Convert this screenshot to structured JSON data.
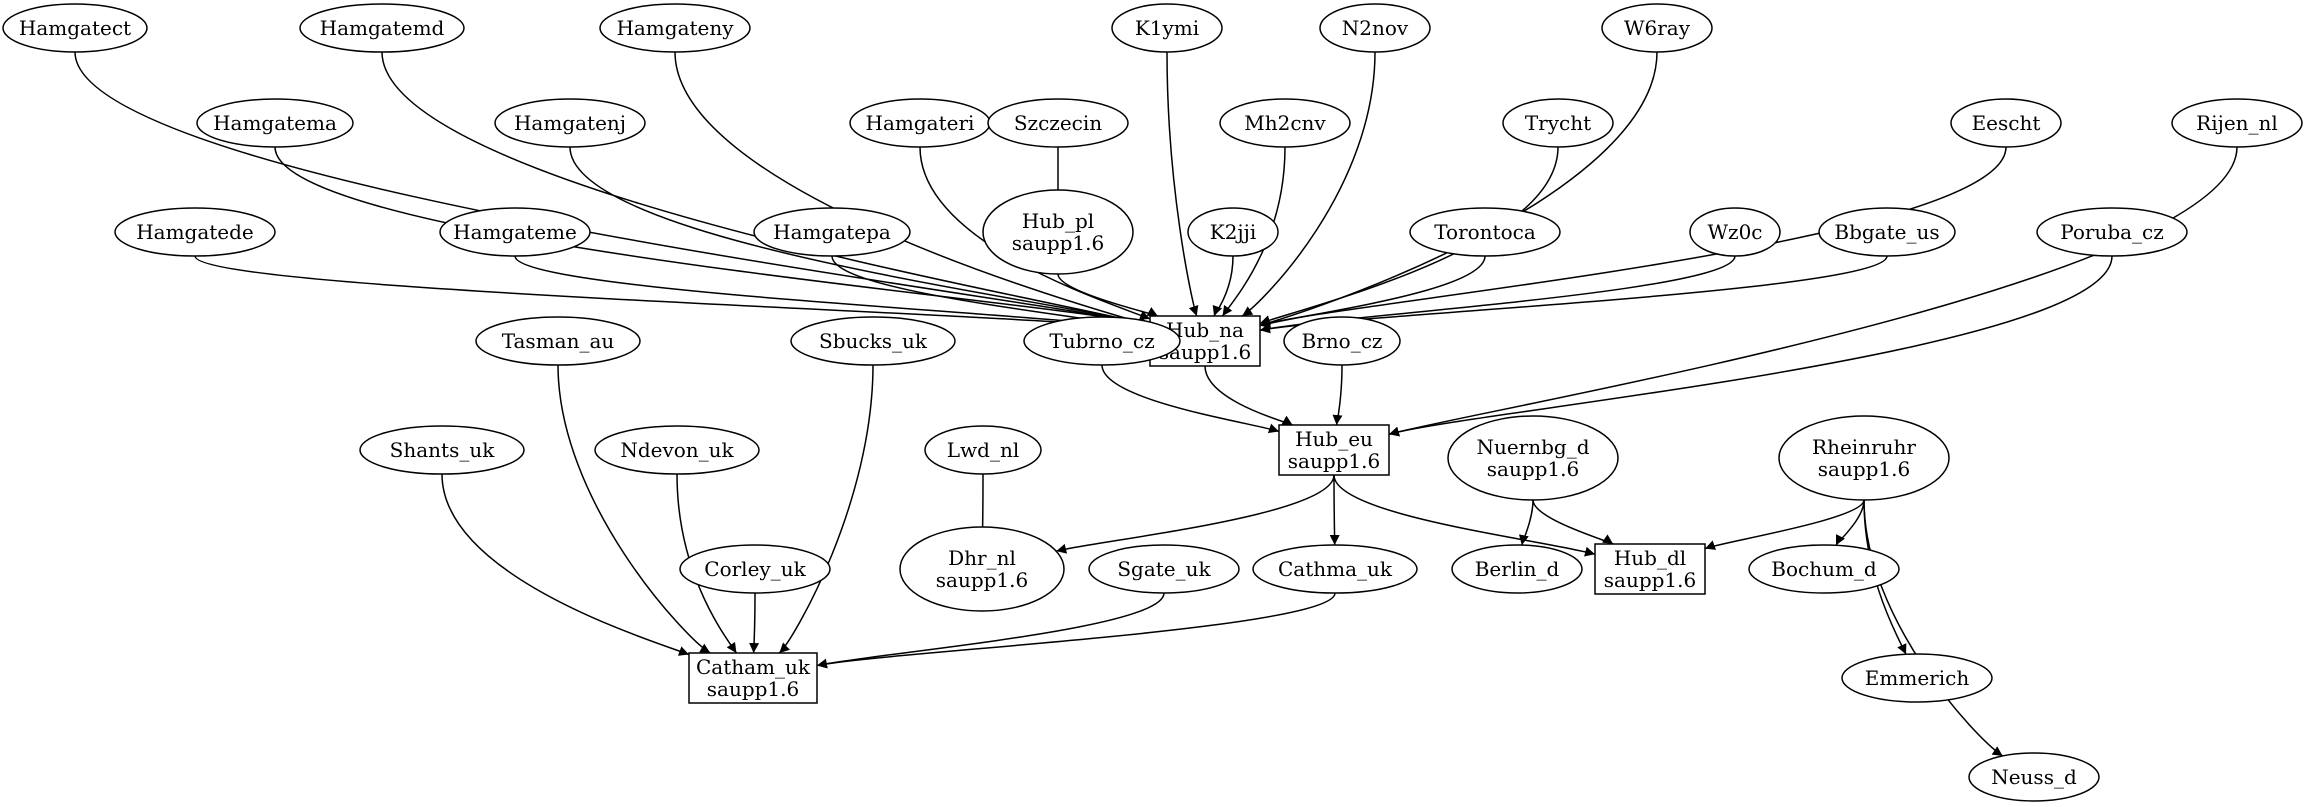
{
  "nodes": [
    {
      "id": "Hamgatect",
      "label": [
        "Hamgatect"
      ],
      "shape": "ellipse"
    },
    {
      "id": "Hamgatemd",
      "label": [
        "Hamgatemd"
      ],
      "shape": "ellipse"
    },
    {
      "id": "Hamgateny",
      "label": [
        "Hamgateny"
      ],
      "shape": "ellipse"
    },
    {
      "id": "K1ymi",
      "label": [
        "K1ymi"
      ],
      "shape": "ellipse"
    },
    {
      "id": "N2nov",
      "label": [
        "N2nov"
      ],
      "shape": "ellipse"
    },
    {
      "id": "W6ray",
      "label": [
        "W6ray"
      ],
      "shape": "ellipse"
    },
    {
      "id": "Hamgatema",
      "label": [
        "Hamgatema"
      ],
      "shape": "ellipse"
    },
    {
      "id": "Hamgatenj",
      "label": [
        "Hamgatenj"
      ],
      "shape": "ellipse"
    },
    {
      "id": "Hamgateri",
      "label": [
        "Hamgateri"
      ],
      "shape": "ellipse"
    },
    {
      "id": "Szczecin",
      "label": [
        "Szczecin"
      ],
      "shape": "ellipse"
    },
    {
      "id": "Mh2cnv",
      "label": [
        "Mh2cnv"
      ],
      "shape": "ellipse"
    },
    {
      "id": "Trycht",
      "label": [
        "Trycht"
      ],
      "shape": "ellipse"
    },
    {
      "id": "Eescht",
      "label": [
        "Eescht"
      ],
      "shape": "ellipse"
    },
    {
      "id": "Rijen_nl",
      "label": [
        "Rijen_nl"
      ],
      "shape": "ellipse"
    },
    {
      "id": "Hamgatede",
      "label": [
        "Hamgatede"
      ],
      "shape": "ellipse"
    },
    {
      "id": "Hamgateme",
      "label": [
        "Hamgateme"
      ],
      "shape": "ellipse"
    },
    {
      "id": "Hamgatepa",
      "label": [
        "Hamgatepa"
      ],
      "shape": "ellipse"
    },
    {
      "id": "Hub_pl",
      "label": [
        "Hub_pl",
        "saupp1.6"
      ],
      "shape": "ellipse"
    },
    {
      "id": "K2jji",
      "label": [
        "K2jji"
      ],
      "shape": "ellipse"
    },
    {
      "id": "Torontoca",
      "label": [
        "Torontoca"
      ],
      "shape": "ellipse"
    },
    {
      "id": "Wz0c",
      "label": [
        "Wz0c"
      ],
      "shape": "ellipse"
    },
    {
      "id": "Bbgate_us",
      "label": [
        "Bbgate_us"
      ],
      "shape": "ellipse"
    },
    {
      "id": "Poruba_cz",
      "label": [
        "Poruba_cz"
      ],
      "shape": "ellipse"
    },
    {
      "id": "Hub_na",
      "label": [
        "Hub_na",
        "saupp1.6"
      ],
      "shape": "box"
    },
    {
      "id": "Tasman_au",
      "label": [
        "Tasman_au"
      ],
      "shape": "ellipse"
    },
    {
      "id": "Sbucks_uk",
      "label": [
        "Sbucks_uk"
      ],
      "shape": "ellipse"
    },
    {
      "id": "Tubrno_cz",
      "label": [
        "Tubrno_cz"
      ],
      "shape": "ellipse"
    },
    {
      "id": "Brno_cz",
      "label": [
        "Brno_cz"
      ],
      "shape": "ellipse"
    },
    {
      "id": "Shants_uk",
      "label": [
        "Shants_uk"
      ],
      "shape": "ellipse"
    },
    {
      "id": "Ndevon_uk",
      "label": [
        "Ndevon_uk"
      ],
      "shape": "ellipse"
    },
    {
      "id": "Lwd_nl",
      "label": [
        "Lwd_nl"
      ],
      "shape": "ellipse"
    },
    {
      "id": "Hub_eu",
      "label": [
        "Hub_eu",
        "saupp1.6"
      ],
      "shape": "box"
    },
    {
      "id": "Nuernbg_d",
      "label": [
        "Nuernbg_d",
        "saupp1.6"
      ],
      "shape": "ellipse"
    },
    {
      "id": "Rheinruhr",
      "label": [
        "Rheinruhr",
        "saupp1.6"
      ],
      "shape": "ellipse"
    },
    {
      "id": "Corley_uk",
      "label": [
        "Corley_uk"
      ],
      "shape": "ellipse"
    },
    {
      "id": "Dhr_nl",
      "label": [
        "Dhr_nl",
        "saupp1.6"
      ],
      "shape": "ellipse"
    },
    {
      "id": "Sgate_uk",
      "label": [
        "Sgate_uk"
      ],
      "shape": "ellipse"
    },
    {
      "id": "Cathma_uk",
      "label": [
        "Cathma_uk"
      ],
      "shape": "ellipse"
    },
    {
      "id": "Berlin_d",
      "label": [
        "Berlin_d"
      ],
      "shape": "ellipse"
    },
    {
      "id": "Hub_dl",
      "label": [
        "Hub_dl",
        "saupp1.6"
      ],
      "shape": "box"
    },
    {
      "id": "Bochum_d",
      "label": [
        "Bochum_d"
      ],
      "shape": "ellipse"
    },
    {
      "id": "Catham_uk",
      "label": [
        "Catham_uk",
        "saupp1.6"
      ],
      "shape": "box"
    },
    {
      "id": "Emmerich",
      "label": [
        "Emmerich"
      ],
      "shape": "ellipse"
    },
    {
      "id": "Neuss_d",
      "label": [
        "Neuss_d"
      ],
      "shape": "ellipse"
    }
  ],
  "edges": [
    {
      "from": "Hamgatect",
      "to": "Hub_na"
    },
    {
      "from": "Hamgatemd",
      "to": "Hub_na"
    },
    {
      "from": "Hamgateny",
      "to": "Hub_na"
    },
    {
      "from": "K1ymi",
      "to": "Hub_na"
    },
    {
      "from": "N2nov",
      "to": "Hub_na"
    },
    {
      "from": "W6ray",
      "to": "Hub_na"
    },
    {
      "from": "Hamgatema",
      "to": "Hub_na"
    },
    {
      "from": "Hamgatenj",
      "to": "Hub_na"
    },
    {
      "from": "Hamgateri",
      "to": "Hub_na"
    },
    {
      "from": "Szczecin",
      "to": "Hub_pl"
    },
    {
      "from": "Mh2cnv",
      "to": "Hub_na"
    },
    {
      "from": "Trycht",
      "to": "Hub_na"
    },
    {
      "from": "Eescht",
      "to": "Hub_na"
    },
    {
      "from": "Rijen_nl",
      "to": "Hub_eu"
    },
    {
      "from": "Hamgatede",
      "to": "Hub_na"
    },
    {
      "from": "Hamgateme",
      "to": "Hub_na"
    },
    {
      "from": "Hamgatepa",
      "to": "Hub_na"
    },
    {
      "from": "Hub_pl",
      "to": "Hub_na"
    },
    {
      "from": "K2jji",
      "to": "Hub_na"
    },
    {
      "from": "Torontoca",
      "to": "Hub_na"
    },
    {
      "from": "Wz0c",
      "to": "Hub_na"
    },
    {
      "from": "Bbgate_us",
      "to": "Hub_na"
    },
    {
      "from": "Poruba_cz",
      "to": "Hub_eu"
    },
    {
      "from": "Hub_na",
      "to": "Hub_eu"
    },
    {
      "from": "Tubrno_cz",
      "to": "Hub_eu"
    },
    {
      "from": "Brno_cz",
      "to": "Hub_eu"
    },
    {
      "from": "Tasman_au",
      "to": "Catham_uk"
    },
    {
      "from": "Sbucks_uk",
      "to": "Catham_uk"
    },
    {
      "from": "Shants_uk",
      "to": "Catham_uk"
    },
    {
      "from": "Ndevon_uk",
      "to": "Catham_uk"
    },
    {
      "from": "Lwd_nl",
      "to": "Dhr_nl"
    },
    {
      "from": "Hub_eu",
      "to": "Dhr_nl"
    },
    {
      "from": "Hub_eu",
      "to": "Cathma_uk"
    },
    {
      "from": "Hub_eu",
      "to": "Hub_dl"
    },
    {
      "from": "Nuernbg_d",
      "to": "Berlin_d"
    },
    {
      "from": "Nuernbg_d",
      "to": "Hub_dl"
    },
    {
      "from": "Rheinruhr",
      "to": "Hub_dl"
    },
    {
      "from": "Rheinruhr",
      "to": "Bochum_d"
    },
    {
      "from": "Rheinruhr",
      "to": "Emmerich"
    },
    {
      "from": "Rheinruhr",
      "to": "Neuss_d"
    },
    {
      "from": "Corley_uk",
      "to": "Catham_uk"
    },
    {
      "from": "Sgate_uk",
      "to": "Catham_uk"
    },
    {
      "from": "Cathma_uk",
      "to": "Catham_uk"
    }
  ]
}
